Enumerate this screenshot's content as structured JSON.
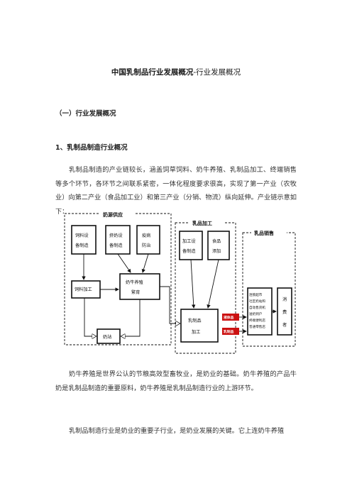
{
  "doc": {
    "title_main": "中国乳制品行业发展概况",
    "title_sub": "-行业发展概况",
    "heading1": "（一）行业发展概况",
    "heading2": "1、乳制品制造行业概况",
    "para1": "乳制品制造的产业链较长，涵盖饲草饲料、奶牛养殖、乳制品加工、终端销售等多个环节，各环节之间联系紧密，一体化程度要求很高，实现了第一产业（农牧业）向第二产业（食品加工业）和第三产业（分销、物流）纵向延伸。产业链示意如下：",
    "para2": "奶牛养殖是世界公认的节粮高效型畜牧业，是奶业的基础。奶牛养殖的产品牛奶是乳制品制造的重要原料，奶牛养殖是乳制品制造行业的上游环节。",
    "para3": "乳制品制造行业是奶业的重要子行业，是奶业发展的关键。它上连奶牛养殖"
  },
  "diagram": {
    "section_supply": "奶源供应",
    "section_processing": "乳品加工",
    "section_sales": "乳品销售",
    "box_feed_equipment": [
      "饲料设",
      "备制造"
    ],
    "box_milking_equipment": [
      "挤奶设",
      "备制造"
    ],
    "box_disease_control": [
      "疫病",
      "防治"
    ],
    "box_feed_processing": "饲料加工",
    "box_breeding": [
      "奶牛养殖",
      "繁育"
    ],
    "box_raw_milk": "奶站",
    "box_processing_equipment": [
      "加工设",
      "备制造"
    ],
    "box_food_additives": [
      "食品",
      "添加"
    ],
    "box_dairy_processing": [
      "乳制品",
      "加工"
    ],
    "label_liquid": "液体品",
    "label_dairy": "乳制品",
    "box_channels": [
      "连锁超市",
      "社区奶站和",
      "自动售货机",
      "送奶到户",
      "终端便利店",
      "普通零售店"
    ],
    "box_consumer": [
      "消",
      "费",
      "者"
    ],
    "accent_red": "#cc1111",
    "border_color": "#111111"
  }
}
